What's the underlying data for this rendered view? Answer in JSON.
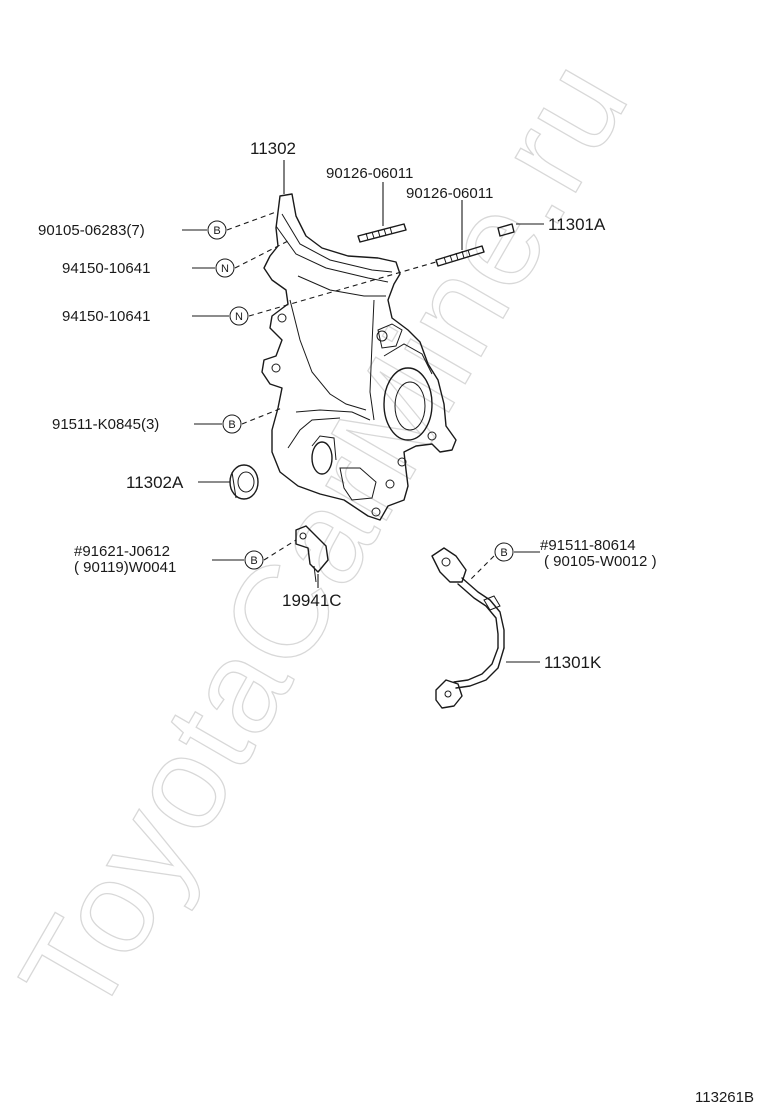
{
  "watermark": "ToyotaCarMine.ru",
  "figure_code": "113261B",
  "callouts": {
    "n11302": "11302",
    "n90126_a": "90126-06011",
    "n90126_b": "90126-06011",
    "n11301A": "11301A",
    "n90105": "90105-06283(7)",
    "n94150_a": "94150-10641",
    "n94150_b": "94150-10641",
    "n91511": "91511-K0845(3)",
    "n11302A": "11302A",
    "n91621": "#91621-J0612",
    "n90119": "( 90119)W0041",
    "n19941C": "19941C",
    "n91511_80614": "#91511-80614",
    "n90105_W0012": "( 90105-W0012 )",
    "n11301K": "11301K"
  },
  "symbols": {
    "bolt": "B",
    "nut": "N"
  }
}
